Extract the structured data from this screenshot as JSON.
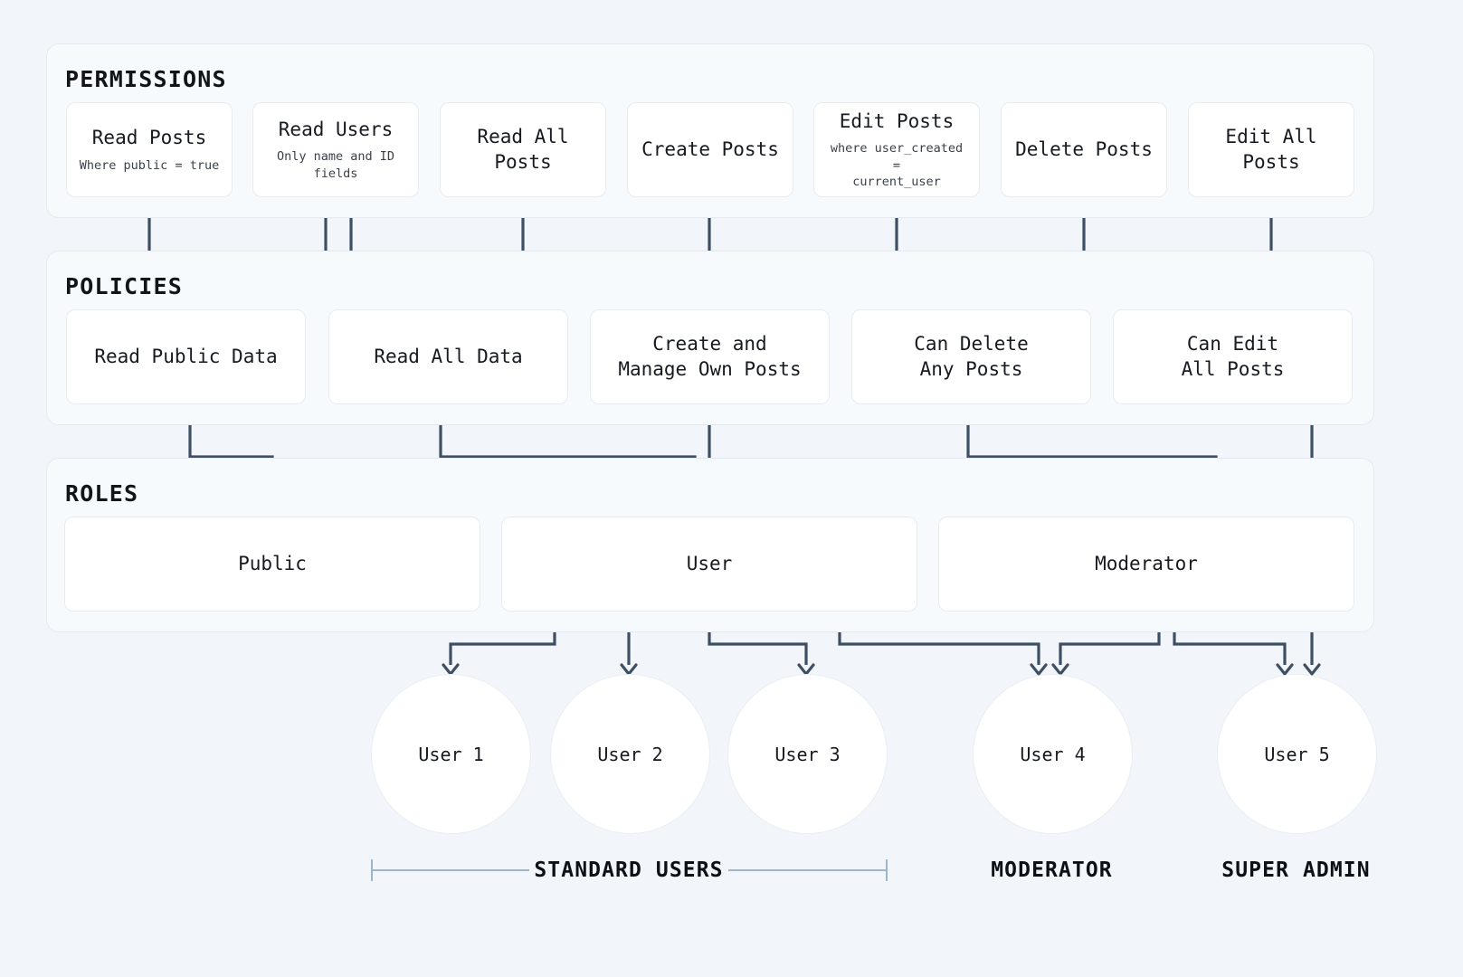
{
  "sections": {
    "permissions": {
      "title": "PERMISSIONS"
    },
    "policies": {
      "title": "POLICIES"
    },
    "roles": {
      "title": "ROLES"
    }
  },
  "permissions": [
    {
      "title": "Read Posts",
      "sub": "Where public = true"
    },
    {
      "title": "Read Users",
      "sub": "Only name and ID fields"
    },
    {
      "title": "Read All Posts",
      "sub": ""
    },
    {
      "title": "Create Posts",
      "sub": ""
    },
    {
      "title": "Edit Posts",
      "sub": "where user_created =\ncurrent_user"
    },
    {
      "title": "Delete Posts",
      "sub": ""
    },
    {
      "title": "Edit All Posts",
      "sub": ""
    }
  ],
  "policies": [
    {
      "title": "Read Public Data"
    },
    {
      "title": "Read All Data"
    },
    {
      "title": "Create and\nManage Own Posts"
    },
    {
      "title": "Can Delete\nAny Posts"
    },
    {
      "title": "Can Edit\nAll Posts"
    }
  ],
  "roles": [
    {
      "title": "Public"
    },
    {
      "title": "User"
    },
    {
      "title": "Moderator"
    }
  ],
  "users": [
    {
      "title": "User 1"
    },
    {
      "title": "User 2"
    },
    {
      "title": "User 3"
    },
    {
      "title": "User 4"
    },
    {
      "title": "User 5"
    }
  ],
  "group_labels": [
    {
      "label": "STANDARD USERS"
    },
    {
      "label": "MODERATOR"
    },
    {
      "label": "SUPER ADMIN"
    }
  ],
  "colors": {
    "page_background": "#f2f6fa",
    "panel_background": "#f7fafc",
    "panel_border": "#e3eaf1",
    "node_background": "#ffffff",
    "node_border": "#e6ecf2",
    "connector": "#3e4f63",
    "bracket": "#9fb4c9",
    "text": "#171a1f"
  }
}
